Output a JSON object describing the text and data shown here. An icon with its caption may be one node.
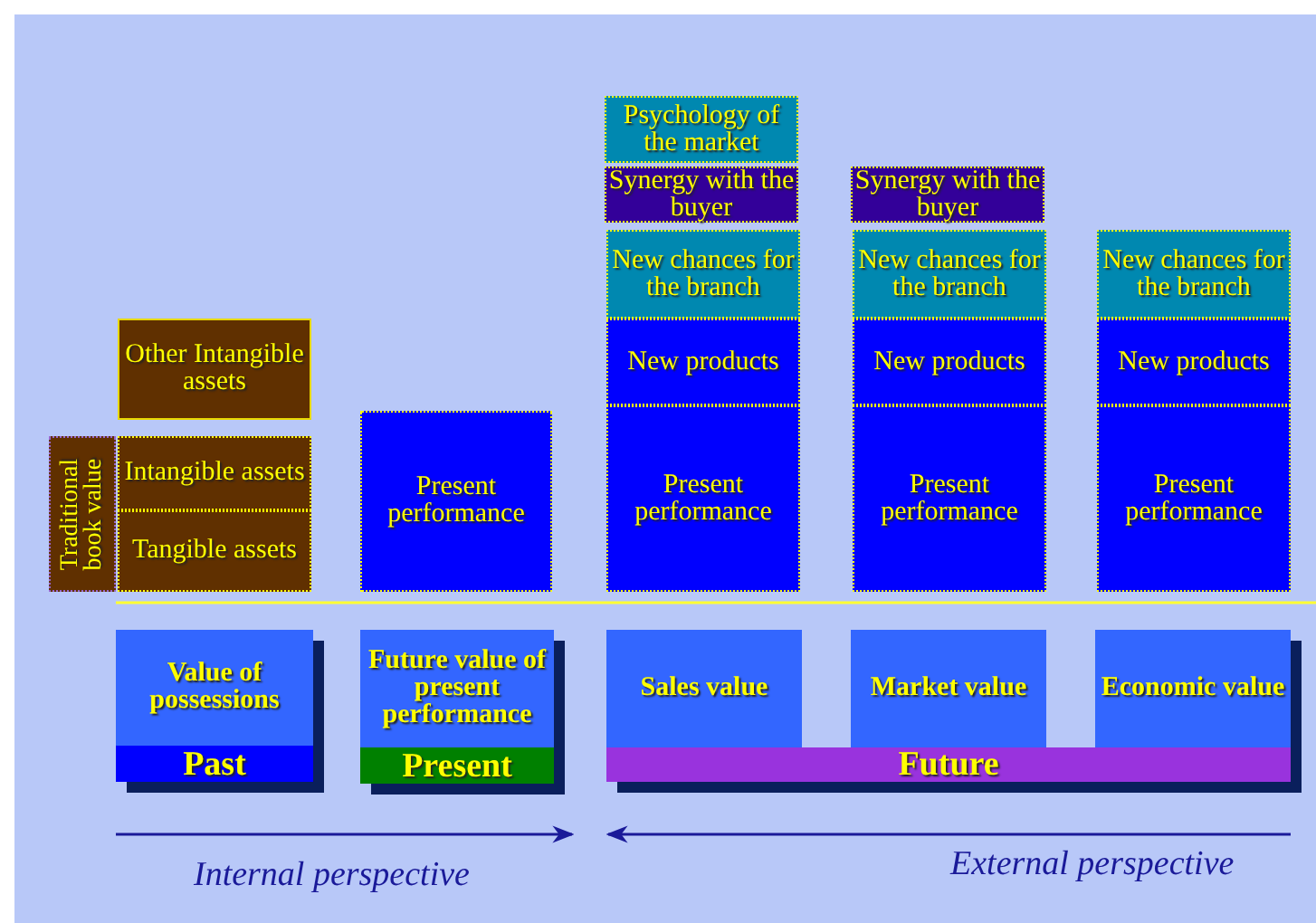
{
  "diagram": {
    "nodes": [
      {
        "text": [
          "Traditional book value"
        ]
      },
      {
        "text": [
          "Other Intangible assets"
        ]
      },
      {
        "text": [
          "Intangible assets"
        ]
      },
      {
        "text": [
          "Tangible assets"
        ]
      },
      {
        "text": [
          "Present performance"
        ]
      },
      {
        "text": [
          "Psychology of the market"
        ]
      },
      {
        "text": [
          "Synergy with the buyer"
        ]
      },
      {
        "text": [
          "New chances for the branch"
        ]
      },
      {
        "text": [
          "New products"
        ]
      },
      {
        "text": [
          "Present performance"
        ]
      },
      {
        "text": [
          "Synergy with the buyer"
        ]
      },
      {
        "text": [
          "New chances for the branch"
        ]
      },
      {
        "text": [
          "New products"
        ]
      },
      {
        "text": [
          "Present performance"
        ]
      },
      {
        "text": [
          "New chances for the branch"
        ]
      },
      {
        "text": [
          "New products"
        ]
      },
      {
        "text": [
          "Present performance"
        ]
      },
      {
        "text": [
          "Value of possessions"
        ]
      },
      {
        "text": [
          "Past"
        ]
      },
      {
        "text": [
          "Future value of present performance"
        ]
      },
      {
        "text": [
          "Present"
        ]
      },
      {
        "text": [
          "Sales value"
        ]
      },
      {
        "text": [
          "Market value"
        ]
      },
      {
        "text": [
          "Economic value"
        ]
      },
      {
        "text": [
          "Future"
        ]
      }
    ],
    "edges": [],
    "labels": [
      "Internal perspective",
      "External perspective"
    ]
  }
}
